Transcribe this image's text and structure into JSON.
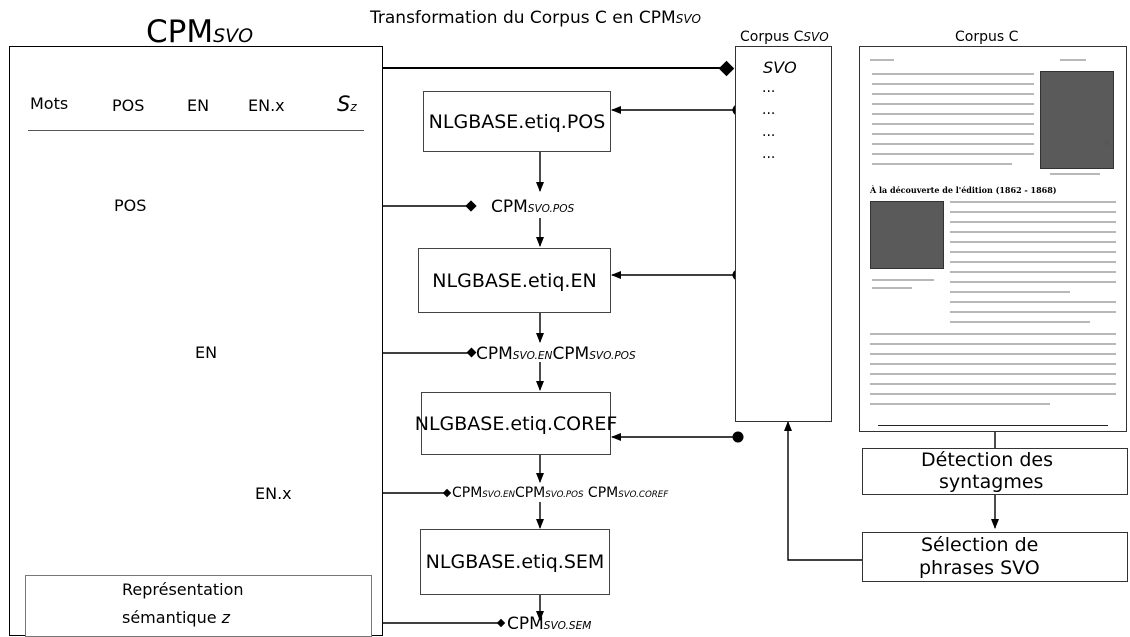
{
  "header": {
    "left_title_main": "CPM",
    "left_title_sub": "SVO",
    "center_title_main": "Transformation du Corpus C en CPM",
    "center_title_sub": "SVO",
    "corpus_csvo_label_main": "Corpus C",
    "corpus_csvo_label_sub": "SVO",
    "corpus_c_label": "Corpus C"
  },
  "cpm_table": {
    "columns": [
      "Mots",
      "POS",
      "EN",
      "EN.x"
    ],
    "sz_main": "S",
    "sz_sub": "z"
  },
  "corpus_csvo": {
    "first_item": "SVO",
    "items": [
      "...",
      "...",
      "...",
      "..."
    ]
  },
  "steps": {
    "pos": "NLGBASE.etiq.POS",
    "en": "NLGBASE.etiq.EN",
    "coref": "NLGBASE.etiq.COREF",
    "sem": "NLGBASE.etiq.SEM"
  },
  "outputs": {
    "pos_label": "POS",
    "en_label": "EN",
    "enx_label": "EN.x",
    "rep_line1": "Représentation",
    "rep_line2_main": "sémantique ",
    "rep_line2_italic": "z"
  },
  "cpm": {
    "pos": {
      "main": "CPM",
      "sub": "SVO.POS"
    },
    "en_a": {
      "main": "CPM",
      "sub": "SVO.EN"
    },
    "en_b": {
      "main": "CPM",
      "sub": "SVO.POS"
    },
    "coref_a": {
      "main": "CPM",
      "sub": "SVO.EN"
    },
    "coref_b": {
      "main": "CPM",
      "sub": "SVO.POS"
    },
    "coref_c": {
      "main": "CPM",
      "sub": "SVO.COREF"
    },
    "sem": {
      "main": "CPM",
      "sub": "SVO.SEM"
    }
  },
  "side_steps": {
    "detection_l1": "Détection des",
    "detection_l2": "syntagmes",
    "selection_l1": "Sélection de",
    "selection_l2": "phrases SVO"
  },
  "document": {
    "heading": "À la découverte de l'édition (1862 - 1868)"
  }
}
